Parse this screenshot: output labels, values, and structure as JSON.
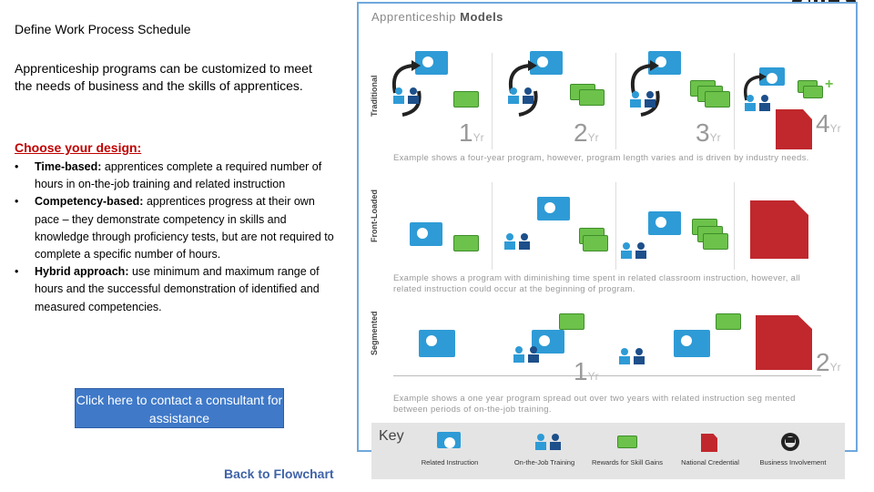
{
  "left": {
    "heading": "Define Work Process Schedule",
    "intro": "Apprenticeship programs can be customized to meet the needs of business and the skills of apprentices.",
    "choose": "Choose your design:",
    "bullets": [
      {
        "term": "Time-based:",
        "text": " apprentices complete a required number of hours in on-the-job training and related instruction"
      },
      {
        "term": "Competency-based:",
        "text": " apprentices progress at their own pace – they demonstrate competency in skills and knowledge through proficiency tests, but are not required to complete a specific number of hours."
      },
      {
        "term": "Hybrid approach:",
        "text": " use minimum and maximum range of hours and the successful demonstration of identified and measured competencies."
      }
    ],
    "contact_button": "Click here to contact a consultant for assistance",
    "back_link": "Back to Flowchart"
  },
  "diagram": {
    "title_part1": "Apprenticeship",
    "title_part2": "Models",
    "rows": [
      {
        "label": "Traditional",
        "caption": "Example shows a four-year program, however, program length varies and is driven by industry needs."
      },
      {
        "label": "Front-Loaded",
        "caption": "Example shows a program with diminishing time spent in related classroom instruction, however, all related instruction could occur at the beginning of program."
      },
      {
        "label": "Segmented",
        "caption": "Example shows a one year program spread out over two years with related instruction seg mented between periods of on-the-job training."
      }
    ],
    "traditional_years": [
      "1",
      "2",
      "3",
      "4"
    ],
    "segmented_years": [
      "1",
      "2"
    ],
    "year_suffix": "Yr"
  },
  "key": {
    "title": "Key",
    "items": [
      {
        "label": "Related Instruction",
        "icon": "related-instruction-icon"
      },
      {
        "label": "On-the-Job Training",
        "icon": "on-the-job-training-icon"
      },
      {
        "label": "Rewards for Skill Gains",
        "icon": "rewards-icon"
      },
      {
        "label": "National Credential",
        "icon": "credential-icon"
      },
      {
        "label": "Business Involvement",
        "icon": "business-involvement-icon"
      }
    ]
  },
  "colors": {
    "accent_blue": "#3f79c8",
    "choose_red": "#c00000",
    "panel_border": "#6fa8dc",
    "credential_red": "#c0282d",
    "cash_green": "#6cc24a",
    "screen_blue": "#2e9bd6"
  }
}
